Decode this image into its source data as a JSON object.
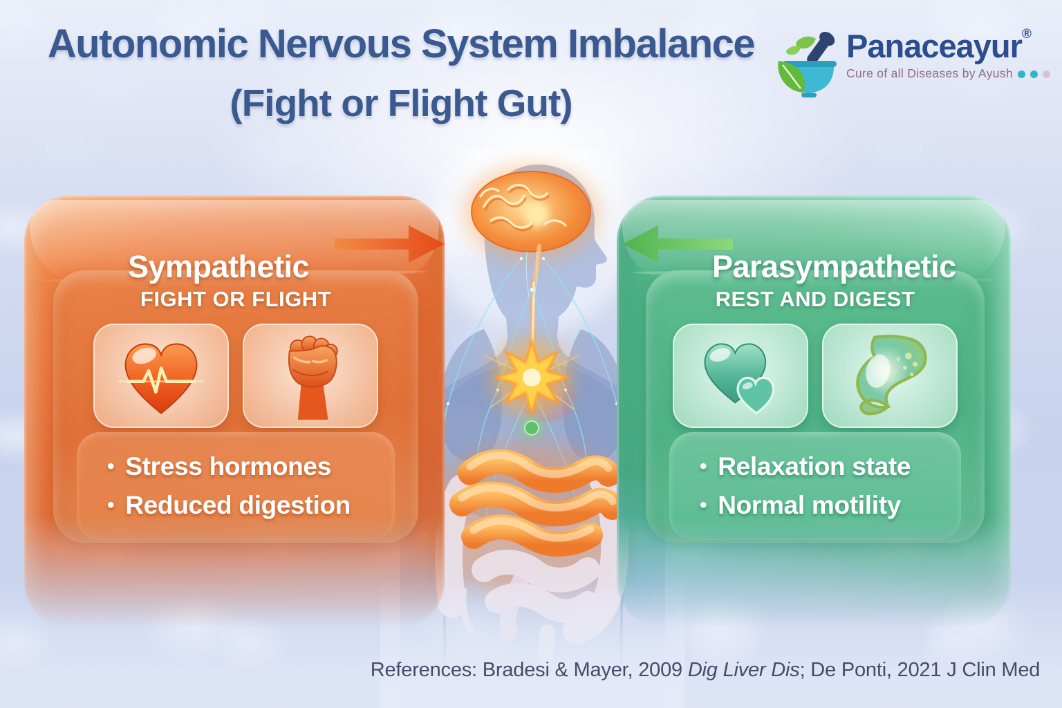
{
  "title": {
    "line1": "Autonomic Nervous System Imbalance",
    "line2": "(Fight or Flight Gut)"
  },
  "logo": {
    "brand": "Panaceayur",
    "registered": "®",
    "tagline": "Cure of all Diseases by Ayush"
  },
  "panels": {
    "sympathetic": {
      "heading": "Sympathetic",
      "mode": "FIGHT OR FLIGHT",
      "bullet_char": "•",
      "bullets": [
        "Stress hormones",
        "Reduced digestion"
      ],
      "icons": [
        "heartbeat-heart-icon",
        "clenched-fist-icon"
      ],
      "arrow_direction": "right",
      "accent_color": "#e8551f"
    },
    "parasympathetic": {
      "heading": "Parasympathetic",
      "mode": "REST AND DIGEST",
      "bullet_char": "•",
      "bullets": [
        "Relaxation state",
        "Normal motility"
      ],
      "icons": [
        "twin-hearts-icon",
        "stomach-icon"
      ],
      "arrow_direction": "left",
      "accent_color": "#4cb26b"
    }
  },
  "figure": {
    "description": "translucent human torso with glowing brain, vagus nerve plexus and intestines"
  },
  "references": {
    "prefix": "References: ",
    "citation1": "Bradesi & Mayer, 2009 ",
    "journal1": "Dig Liver Dis",
    "mid": "; De Ponti, 2021 ",
    "journal2": "J Clin Med"
  },
  "colors": {
    "title_blue": "#3a598f",
    "sympathetic_orange": "#e46f36",
    "parasympathetic_green": "#4eb286",
    "background": "#ccd5ef",
    "brand_blue": "#2c4d8e",
    "tagline_mauve": "#916a80"
  }
}
